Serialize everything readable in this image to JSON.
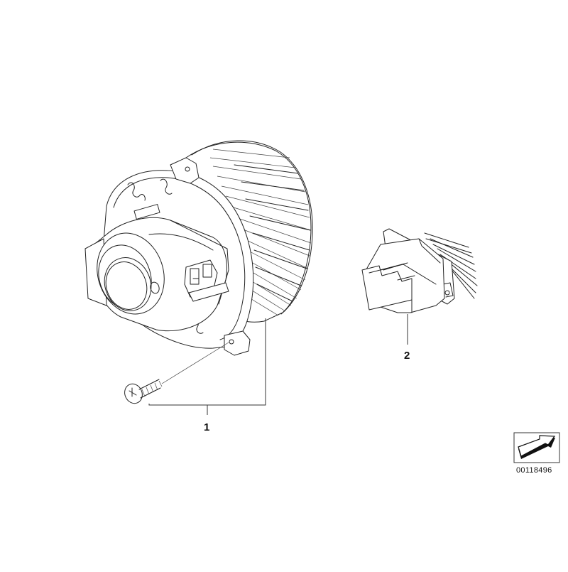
{
  "diagram": {
    "type": "exploded-parts-illustration",
    "background": "#ffffff",
    "line_color": "#222222",
    "parts": [
      {
        "callout": "1",
        "depicts": "blower motor with fan wheel and mounting screw"
      },
      {
        "callout": "2",
        "depicts": "blower resistor / output stage with heat-sink fins"
      }
    ],
    "reference": {
      "number": "00118496",
      "icon": "arrow-view-direction-icon"
    }
  }
}
